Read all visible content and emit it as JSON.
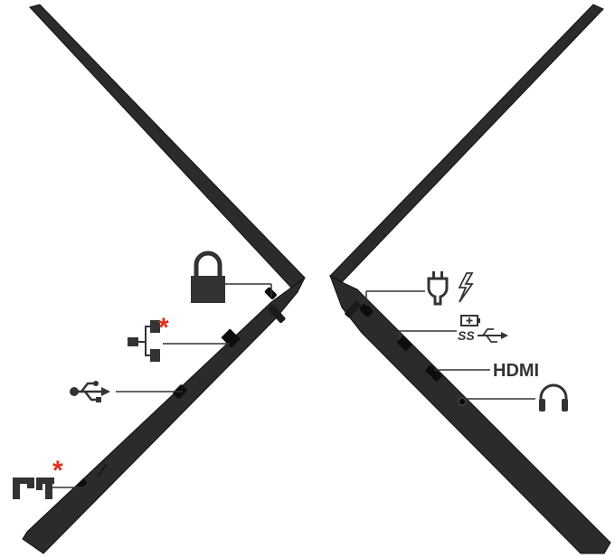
{
  "figure": {
    "colors": {
      "chassis": "#2b2b2b",
      "chassis_edge": "#111111",
      "port": "#0d0d0d",
      "icon": "#333333",
      "callout_line": "#333333",
      "asterisk": "#e0301e",
      "background": "#ffffff"
    },
    "left_side": {
      "callouts": [
        {
          "icon": "lock-icon",
          "label": ""
        },
        {
          "icon": "ethernet-icon",
          "label": "",
          "marked": true
        },
        {
          "icon": "usb-icon",
          "label": ""
        },
        {
          "icon": "smart-card-icon",
          "label": "",
          "marked": true
        }
      ]
    },
    "right_side": {
      "callouts": [
        {
          "icon": "power-plug-thunderbolt-icon",
          "label": ""
        },
        {
          "icon": "usb-ss-charging-icon",
          "label": "SS"
        },
        {
          "icon": "hdmi-label",
          "label": "HDMI"
        },
        {
          "icon": "headset-icon",
          "label": ""
        }
      ]
    },
    "footnote_symbol": "*"
  }
}
